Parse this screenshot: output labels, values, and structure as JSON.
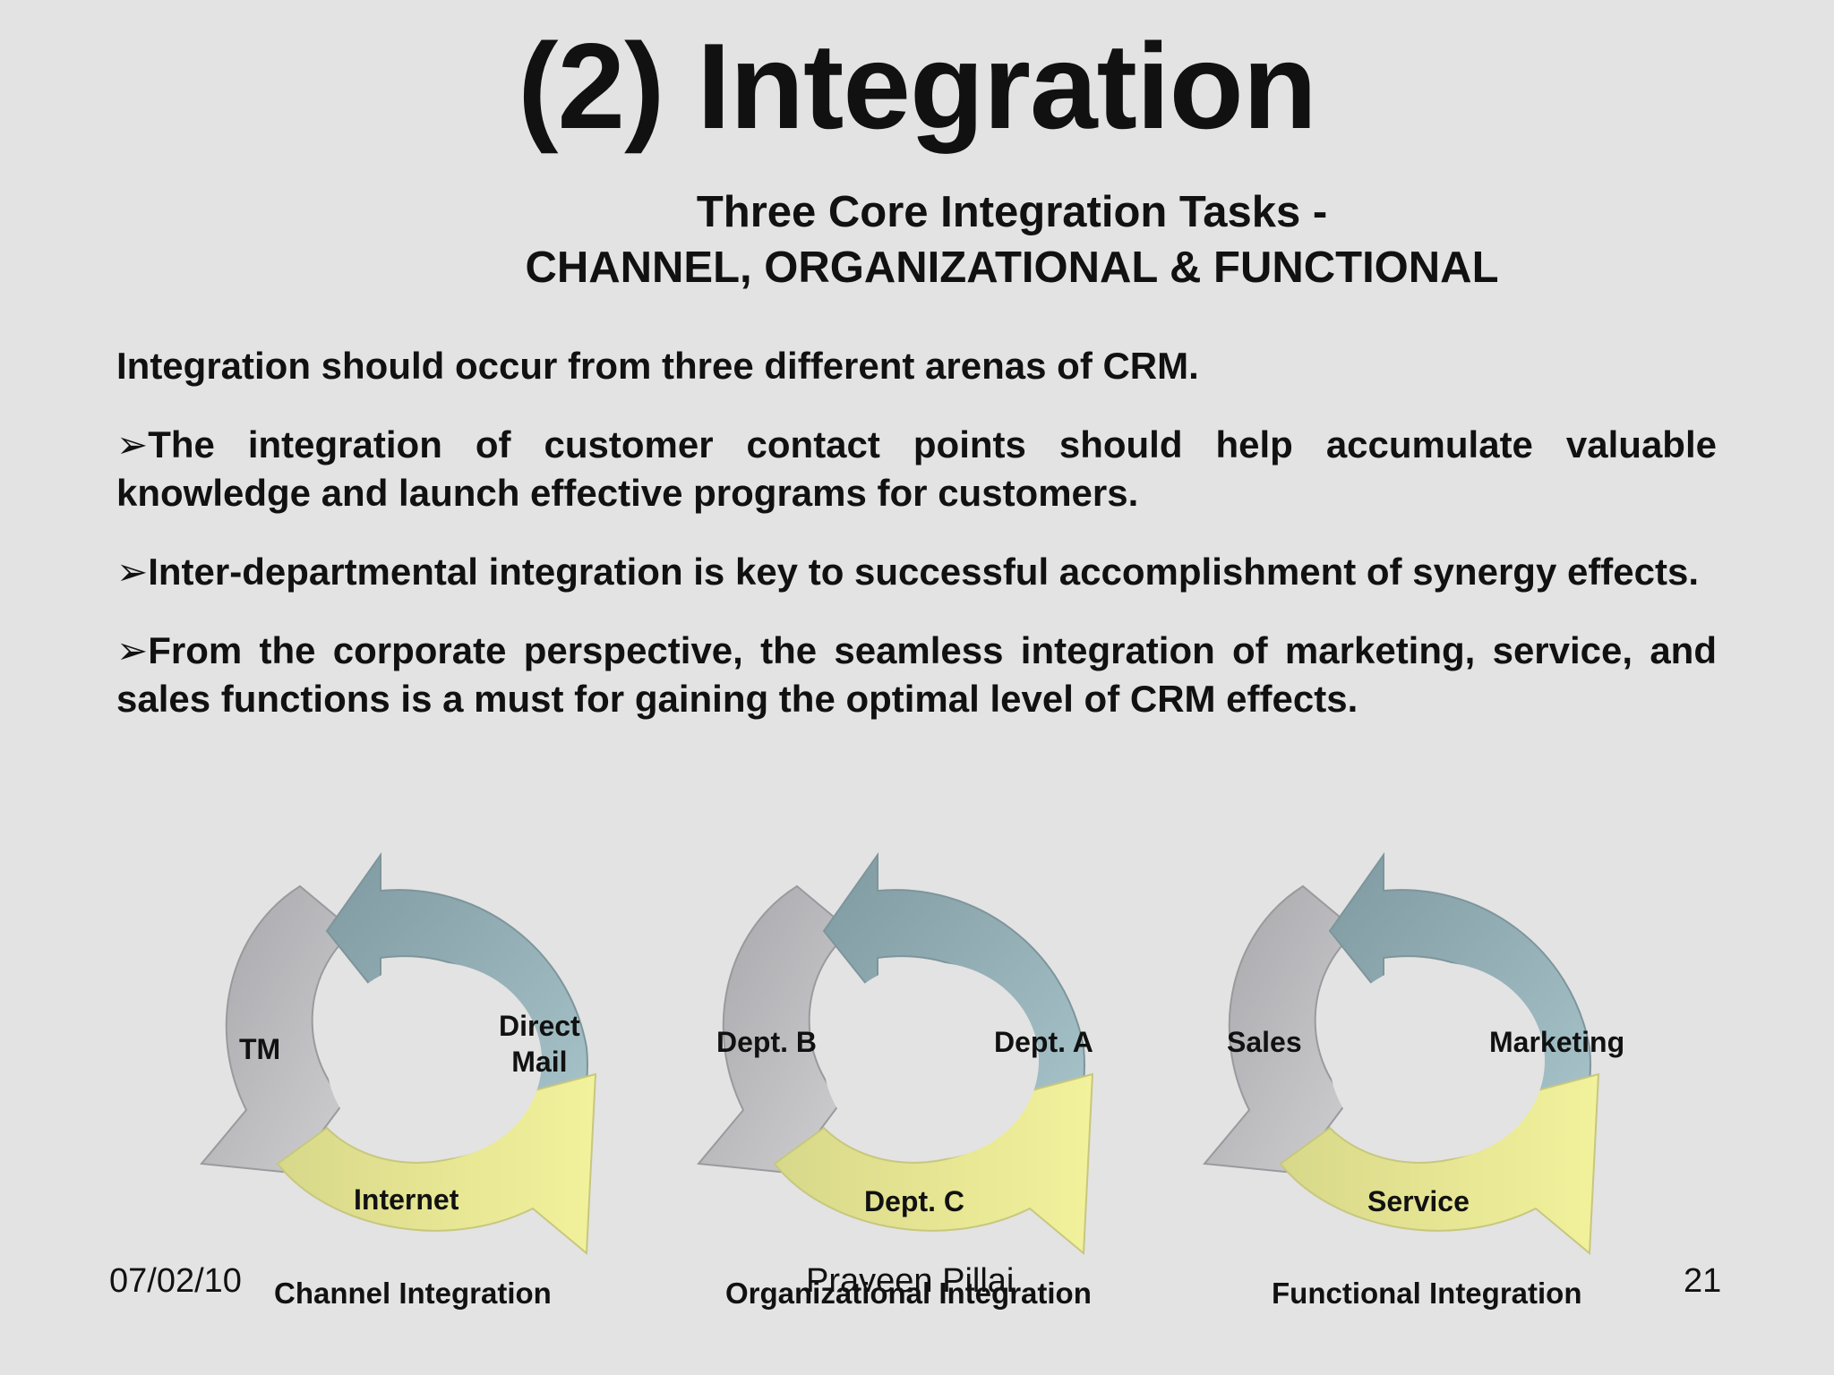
{
  "slide": {
    "title": "(2) Integration",
    "subtitle_line1": "Three Core Integration Tasks -",
    "subtitle_line2": "CHANNEL, ORGANIZATIONAL & FUNCTIONAL",
    "intro": "Integration should occur from three different arenas of CRM.",
    "bullet_icon": "arrowhead-bullet-icon",
    "bullets": [
      "The integration of customer contact points should help accumulate valuable knowledge and launch effective programs for customers.",
      "Inter-departmental integration is key to successful accomplishment of synergy effects.",
      "From the corporate perspective, the seamless integration of marketing, service, and sales functions is a must for gaining the optimal level of CRM effects."
    ]
  },
  "cycles": [
    {
      "caption": "Channel Integration",
      "left": "TM",
      "right_line1": "Direct",
      "right_line2": "Mail",
      "bottom": "Internet"
    },
    {
      "caption": "Organizational Integration",
      "left": "Dept. B",
      "right": "Dept. A",
      "bottom": "Dept. C"
    },
    {
      "caption": "Functional Integration",
      "left": "Sales",
      "right": "Marketing",
      "bottom": "Service"
    }
  ],
  "colors": {
    "background": "#e3e3e3",
    "arrow_gray": "#b4b4b8",
    "arrow_teal": "#93aeb4",
    "arrow_yellow": "#e6e69a"
  },
  "footer": {
    "date": "07/02/10",
    "author": "Praveen Pillai",
    "page_number": "21"
  }
}
